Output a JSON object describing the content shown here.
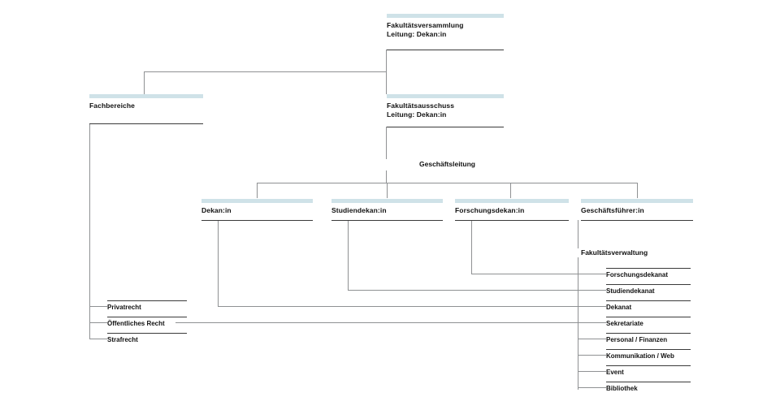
{
  "chart": {
    "title": "Organigramm Fakultaet",
    "accent_color": "#cfe2e8",
    "line_color": "#8f9193",
    "rule_color": "#3a3a3a",
    "background": "#ffffff"
  },
  "nodes": {
    "fakultaetsversammlung": {
      "label": "Fakultätsversammlung\nLeitung: Dekan:in"
    },
    "fachbereiche": {
      "label": "Fachbereiche"
    },
    "fakultaetsausschuss": {
      "label": "Fakultätsausschuss\nLeitung: Dekan:in"
    },
    "geschaeftsleitung": {
      "label": "Geschäftsleitung"
    },
    "dekan": {
      "label": "Dekan:in"
    },
    "studiendekan": {
      "label": "Studiendekan:in"
    },
    "forschungsdekan": {
      "label": "Forschungsdekan:in"
    },
    "geschaeftsfuehrer": {
      "label": "Geschäftsführer:in"
    },
    "fakultaetsverwaltung": {
      "label": "Fakultätsverwaltung"
    }
  },
  "fachbereiche_items": [
    {
      "label": "Privatrecht"
    },
    {
      "label": "Öffentliches Recht"
    },
    {
      "label": "Strafrecht"
    }
  ],
  "verwaltung_items": [
    {
      "label": "Forschungsdekanat"
    },
    {
      "label": "Studiendekanat"
    },
    {
      "label": "Dekanat"
    },
    {
      "label": "Sekretariate"
    },
    {
      "label": "Personal / Finanzen"
    },
    {
      "label": "Kommunikation / Web"
    },
    {
      "label": "Event"
    },
    {
      "label": "Bibliothek"
    }
  ]
}
